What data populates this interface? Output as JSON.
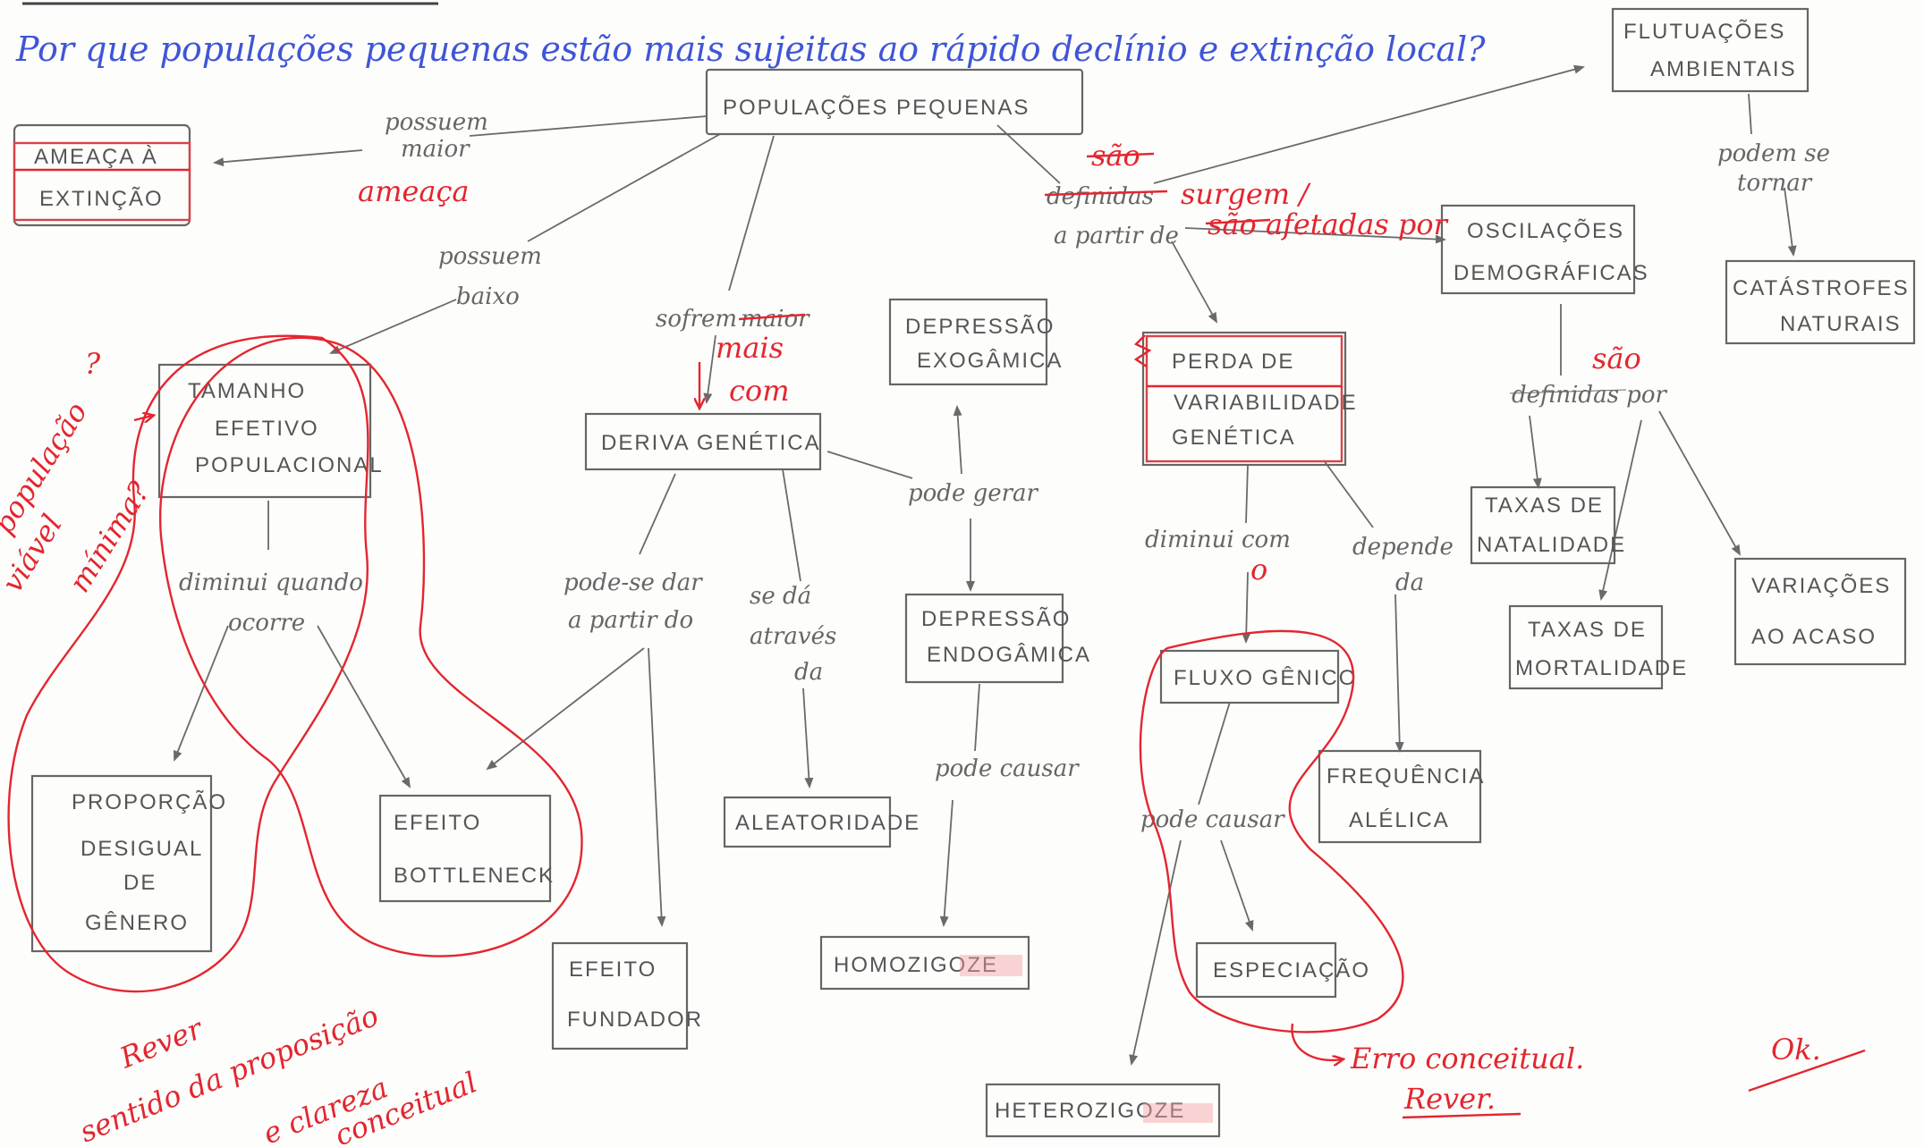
{
  "title": "Por que populações pequenas estão mais sujeitas ao rápido declínio e extinção local?",
  "nodes": {
    "populacoes_pequenas": "POPULAÇÕES PEQUENAS",
    "ameaca_l1": "AMEAÇA À",
    "ameaca_l2": "EXTINÇÃO",
    "tamanho_l1": "TAMANHO",
    "tamanho_l2": "EFETIVO",
    "tamanho_l3": "POPULACIONAL",
    "proporcao_l1": "PROPORÇÃO",
    "proporcao_l2": "DESIGUAL",
    "proporcao_l3": "DE",
    "proporcao_l4": "GÊNERO",
    "efeito_bottleneck_l1": "EFEITO",
    "efeito_bottleneck_l2": "BOTTLENECK",
    "deriva": "DERIVA GENÉTICA",
    "efeito_fundador_l1": "EFEITO",
    "efeito_fundador_l2": "FUNDADOR",
    "aleatoriedade": "ALEATORIDADE",
    "depressao_exo_l1": "DEPRESSÃO",
    "depressao_exo_l2": "EXOGÂMICA",
    "depressao_endo_l1": "DEPRESSÃO",
    "depressao_endo_l2": "ENDOGÂMICA",
    "homozigoze": "HOMOZIGOZE",
    "perda_l1": "PERDA DE",
    "perda_l2": "VARIABILIDADE",
    "perda_l3": "GENÉTICA",
    "fluxo": "FLUXO GÊNICO",
    "especiacao": "ESPECIAÇÃO",
    "heterozigoze": "HETEROZIGOZE",
    "frequencia_l1": "FREQUÊNCIA",
    "frequencia_l2": "ALÉLICA",
    "oscilacoes_l1": "OSCILAÇÕES",
    "oscilacoes_l2": "DEMOGRÁFICAS",
    "taxas_nat_l1": "TAXAS DE",
    "taxas_nat_l2": "NATALIDADE",
    "taxas_mort_l1": "TAXAS DE",
    "taxas_mort_l2": "MORTALIDADE",
    "variacoes_l1": "VARIAÇÕES",
    "variacoes_l2": "AO ACASO",
    "flutuacoes_l1": "FLUTUAÇÕES",
    "flutuacoes_l2": "AMBIENTAIS",
    "catastrofes_l1": "CATÁSTROFES",
    "catastrofes_l2": "NATURAIS"
  },
  "links": {
    "possuem_maior_l1": "possuem",
    "possuem_maior_l2": "maior",
    "possuem_baixo_l1": "possuem",
    "possuem_baixo_l2": "baixo",
    "sofrem": "sofrem",
    "maior": "maior",
    "definidas": "definidas",
    "a_partir_de": "a partir de",
    "diminui_quando_l1": "diminui quando",
    "diminui_quando_l2": "ocorre",
    "pode_se_dar_l1": "pode-se dar",
    "pode_se_dar_l2": "a partir do",
    "se_da_l1": "se dá",
    "se_da_l2": "através",
    "se_da_l3": "da",
    "pode_gerar": "pode gerar",
    "pode_causar_endo": "pode causar",
    "diminui_com": "diminui com",
    "depende_l1": "depende",
    "depende_l2": "da",
    "pode_causar_fluxo": "pode causar",
    "definidas_por": "definidas por",
    "podem_se_tornar_l1": "podem se",
    "podem_se_tornar_l2": "tornar"
  },
  "annotations": {
    "ameaca_red": "ameaça",
    "mais_com_l1": "mais",
    "mais_com_l2": "com",
    "sao_top": "são",
    "surgem": "surgem /",
    "sao_afetadas": "são afetadas por",
    "sao_right": "são",
    "o_red": "o",
    "pop_q1": "?",
    "pop_l1": "população",
    "pop_l2": "viável",
    "pop_l3": "mínima?",
    "rever_l1": "Rever",
    "rever_l2": "sentido da proposição",
    "rever_l3": "e clareza",
    "rever_l4": "conceitual",
    "erro_l1": "Erro conceitual.",
    "erro_l2": "Rever.",
    "ok": "Ok."
  },
  "colors": {
    "title": "#3f55d8",
    "pencil": "#555555",
    "correction": "#e3262f"
  }
}
